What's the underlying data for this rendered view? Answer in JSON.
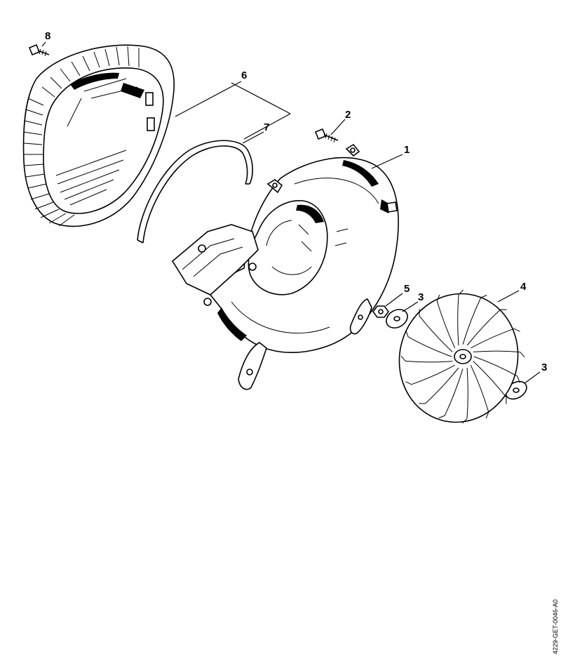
{
  "callouts": {
    "c1": "1",
    "c2": "2",
    "c3a": "3",
    "c3b": "3",
    "c4": "4",
    "c5": "5",
    "c6": "6",
    "c7": "7",
    "c8": "8"
  },
  "document_ref": "4229-GET-0046-A0"
}
